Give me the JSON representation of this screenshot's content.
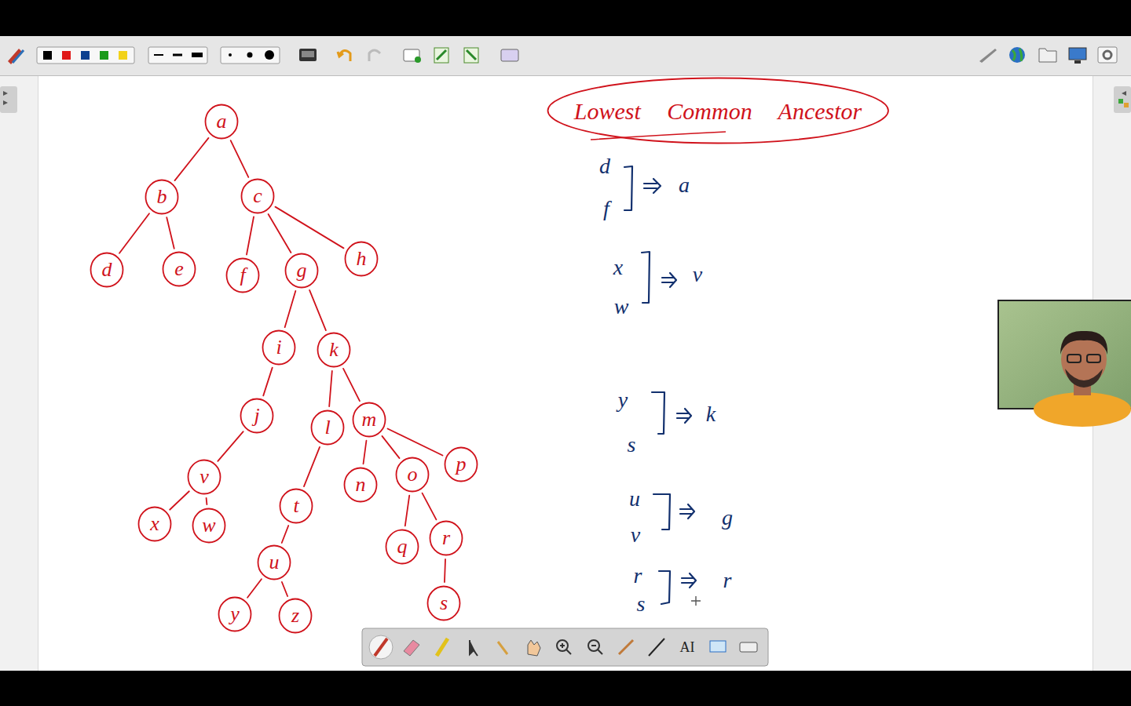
{
  "diagram": {
    "nodes": [
      {
        "text": [
          "a"
        ]
      },
      {
        "text": [
          "b"
        ]
      },
      {
        "text": [
          "c"
        ]
      },
      {
        "text": [
          "d"
        ]
      },
      {
        "text": [
          "e"
        ]
      },
      {
        "text": [
          "f"
        ]
      },
      {
        "text": [
          "g"
        ]
      },
      {
        "text": [
          "h"
        ]
      },
      {
        "text": [
          "i"
        ]
      },
      {
        "text": [
          "k"
        ]
      },
      {
        "text": [
          "j"
        ]
      },
      {
        "text": [
          "v"
        ]
      },
      {
        "text": [
          "x"
        ]
      },
      {
        "text": [
          "w"
        ]
      },
      {
        "text": [
          "l"
        ]
      },
      {
        "text": [
          "m"
        ]
      },
      {
        "text": [
          "t"
        ]
      },
      {
        "text": [
          "u"
        ]
      },
      {
        "text": [
          "y"
        ]
      },
      {
        "text": [
          "z"
        ]
      },
      {
        "text": [
          "n"
        ]
      },
      {
        "text": [
          "o"
        ]
      },
      {
        "text": [
          "p"
        ]
      },
      {
        "text": [
          "q"
        ]
      },
      {
        "text": [
          "r"
        ]
      },
      {
        "text": [
          "s"
        ]
      },
      {
        "text": [
          "Lowest Common Ancestor"
        ]
      }
    ],
    "edges": [
      {
        "from": 0,
        "to": 1,
        "arrow": "none"
      },
      {
        "from": 0,
        "to": 2,
        "arrow": "none"
      },
      {
        "from": 1,
        "to": 3,
        "arrow": "none"
      },
      {
        "from": 1,
        "to": 4,
        "arrow": "none"
      },
      {
        "from": 2,
        "to": 5,
        "arrow": "none"
      },
      {
        "from": 2,
        "to": 6,
        "arrow": "none"
      },
      {
        "from": 2,
        "to": 7,
        "arrow": "none"
      },
      {
        "from": 6,
        "to": 8,
        "arrow": "none"
      },
      {
        "from": 6,
        "to": 9,
        "arrow": "none"
      },
      {
        "from": 8,
        "to": 10,
        "arrow": "none"
      },
      {
        "from": 10,
        "to": 11,
        "arrow": "none"
      },
      {
        "from": 11,
        "to": 12,
        "arrow": "none"
      },
      {
        "from": 11,
        "to": 13,
        "arrow": "none"
      },
      {
        "from": 9,
        "to": 14,
        "arrow": "none"
      },
      {
        "from": 9,
        "to": 15,
        "arrow": "none"
      },
      {
        "from": 14,
        "to": 16,
        "arrow": "none"
      },
      {
        "from": 16,
        "to": 17,
        "arrow": "none"
      },
      {
        "from": 17,
        "to": 18,
        "arrow": "none"
      },
      {
        "from": 17,
        "to": 19,
        "arrow": "none"
      },
      {
        "from": 15,
        "to": 20,
        "arrow": "none"
      },
      {
        "from": 15,
        "to": 21,
        "arrow": "none"
      },
      {
        "from": 15,
        "to": 22,
        "arrow": "none"
      },
      {
        "from": 21,
        "to": 23,
        "arrow": "none"
      },
      {
        "from": 21,
        "to": 24,
        "arrow": "none"
      },
      {
        "from": 24,
        "to": 25,
        "arrow": "none"
      }
    ],
    "labels": [
      "d",
      "f",
      "a",
      "x",
      "w",
      "v",
      "y",
      "s",
      "k",
      "u",
      "v",
      "g",
      "r",
      "s",
      "r",
      "AI"
    ]
  }
}
